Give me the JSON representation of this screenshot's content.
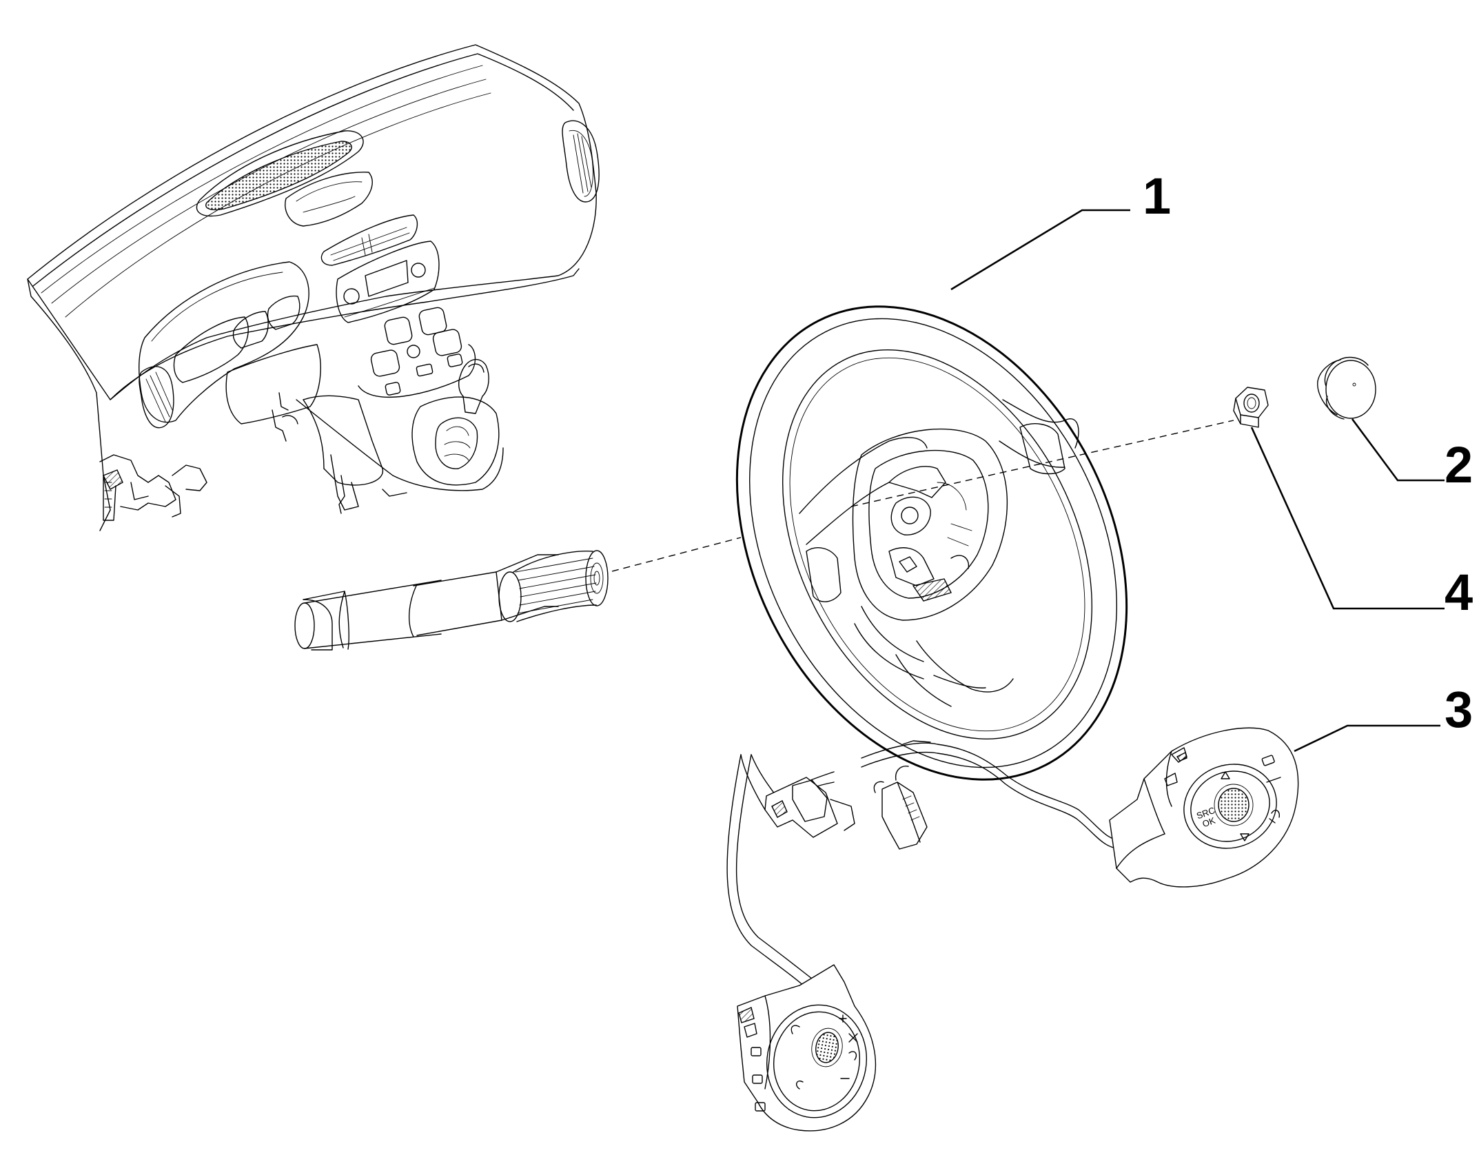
{
  "callouts": [
    {
      "id": "1",
      "label": "1",
      "part": "steering-wheel"
    },
    {
      "id": "2",
      "label": "2",
      "part": "horn-cap"
    },
    {
      "id": "3",
      "label": "3",
      "part": "steering-wheel-controls-wiring"
    },
    {
      "id": "4",
      "label": "4",
      "part": "hex-nut"
    }
  ],
  "button_labels": {
    "src_ok": "SRC\nOK"
  }
}
